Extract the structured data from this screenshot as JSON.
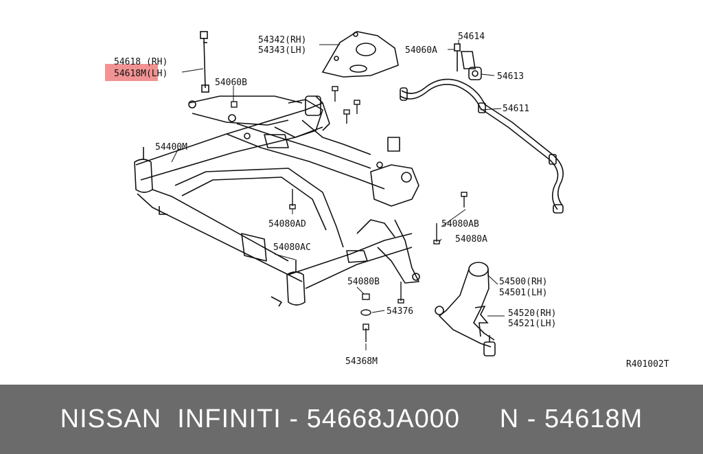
{
  "diagram": {
    "labels": {
      "l54618rh": "54618 (RH)",
      "l54618mlh": "54618M(LH)",
      "l54060b": "54060B",
      "l54342": "54342(RH)",
      "l54343": "54343(LH)",
      "l54060a": "54060A",
      "l54614": "54614",
      "l54613": "54613",
      "l54611": "54611",
      "l54400m": "54400M",
      "l54080ad": "54080AD",
      "l54080ab": "54080AB",
      "l54080a": "54080A",
      "l54080ac": "54080AC",
      "l54080b": "54080B",
      "l54376": "54376",
      "l54368m": "54368M",
      "l54500": "54500(RH)",
      "l54501": "54501(LH)",
      "l54520": "54520(RH)",
      "l54521": "54521(LH)",
      "ref": "R401002T"
    },
    "highlight_color": "#f08080"
  },
  "footer": {
    "text": "NISSAN  INFINITI - 54668JA000     N - 54618M",
    "background": "#6b6b6b"
  }
}
